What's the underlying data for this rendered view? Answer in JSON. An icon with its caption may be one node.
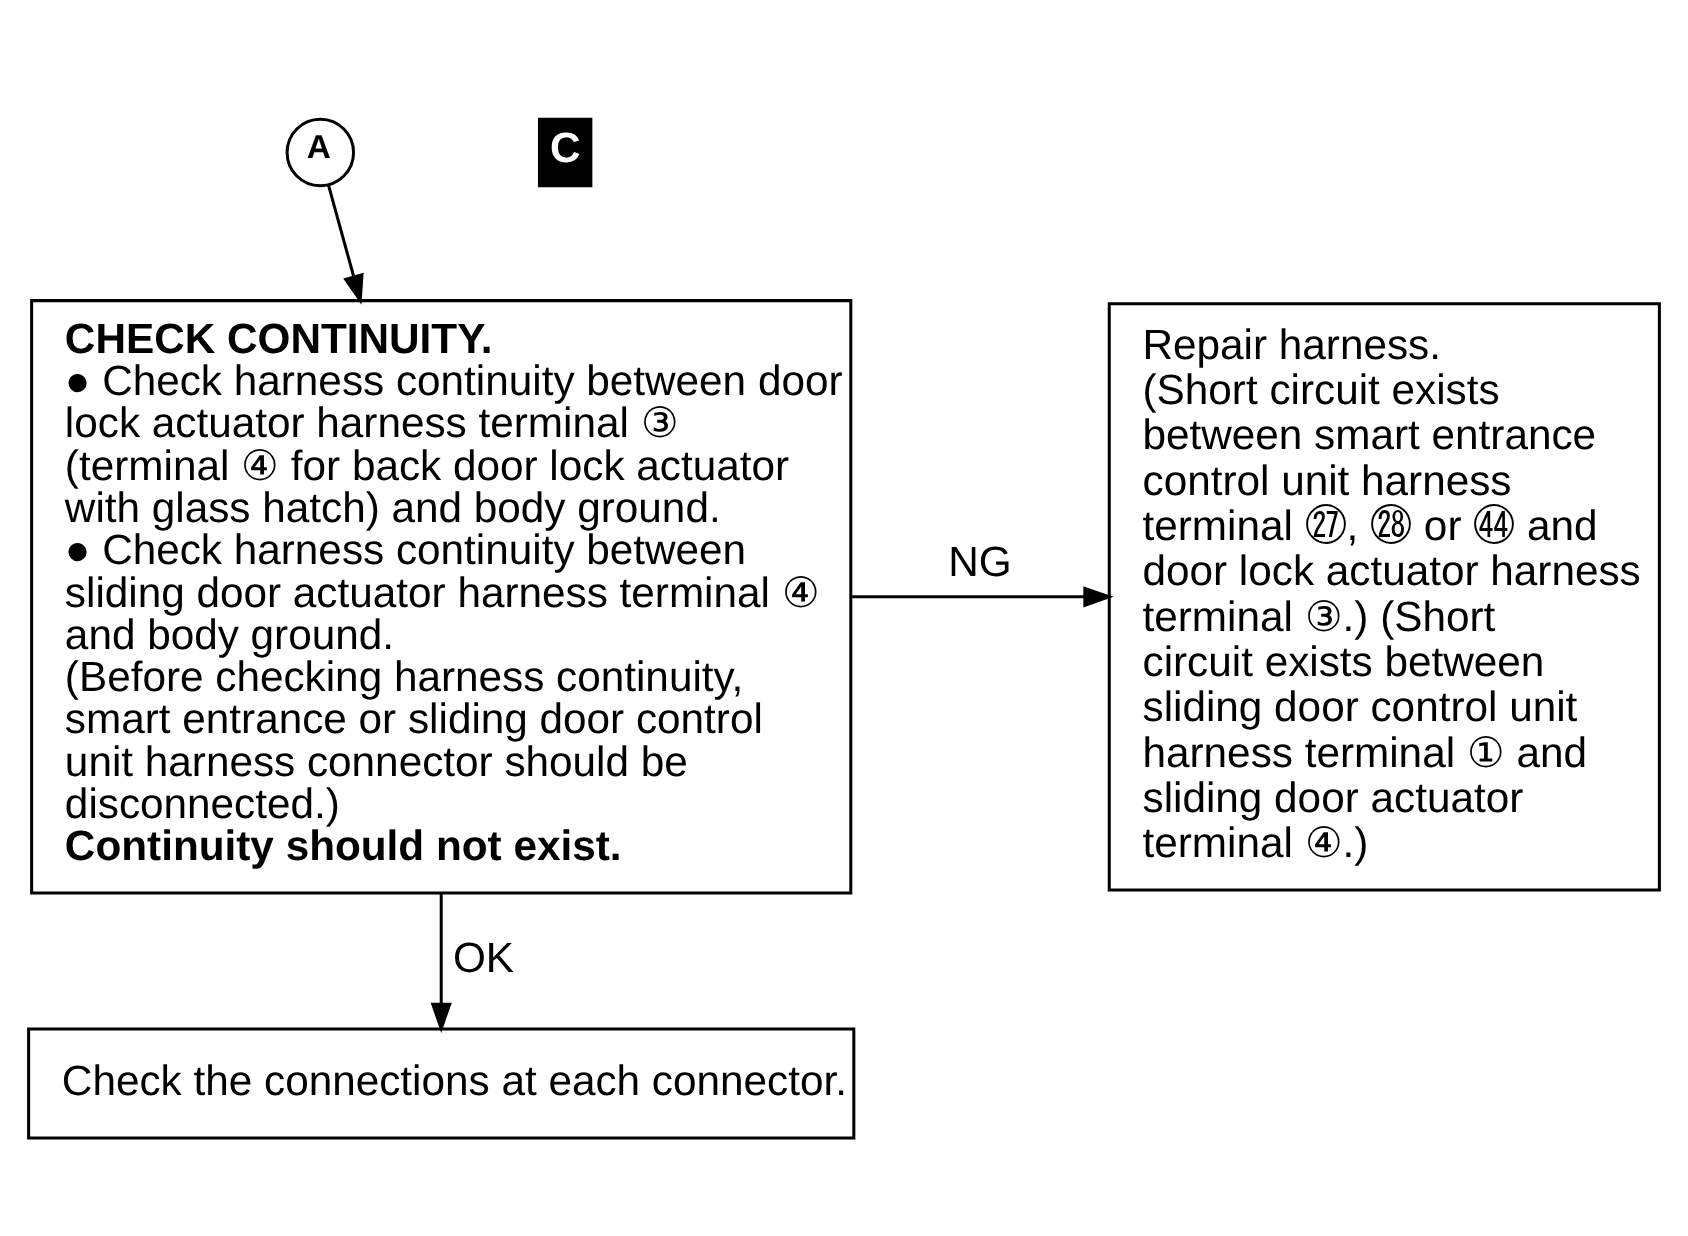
{
  "diagram": {
    "nodes": [
      {
        "text": [
          "A"
        ]
      },
      {
        "text": [
          "CHECK CONTINUITY.",
          "● Check harness continuity between door lock actuator harness terminal ③ (terminal ④ for back door lock actuator with glass hatch) and body ground.",
          "● Check harness continuity between sliding door actuator harness terminal ④ and body ground.",
          "(Before checking harness continuity, smart entrance or sliding door control unit harness connector should be disconnected.)",
          "Continuity should not exist."
        ]
      },
      {
        "text": [
          "Repair harness.",
          "(Short circuit exists between smart entrance control unit harness terminal ㉗, ㉘ or ㊹ and door lock actuator harness terminal ③.) (Short circuit exists between sliding door control unit harness terminal ① and sliding door actuator terminal ④.)"
        ]
      },
      {
        "text": [
          "Check the connections at each connector."
        ]
      }
    ],
    "edges": [
      {
        "from": 0,
        "to": 1,
        "arrow": "to"
      },
      {
        "from": 1,
        "to": 2,
        "arrow": "to",
        "label": "NG"
      },
      {
        "from": 1,
        "to": 3,
        "arrow": "to",
        "label": "OK"
      }
    ],
    "labels": [
      "C"
    ]
  }
}
